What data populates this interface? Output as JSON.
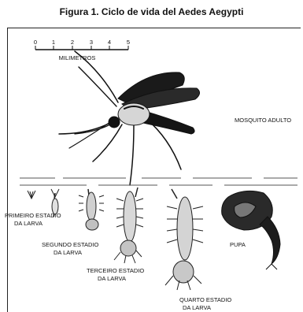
{
  "title": "Figura 1. Ciclo de vida del Aedes Aegypti",
  "scale": {
    "ticks": [
      "0",
      "1",
      "2",
      "3",
      "4",
      "5"
    ],
    "unit": "MILIMETROS"
  },
  "stages": {
    "adult": "MOSQUITO ADULTO",
    "larva1_line1": "PRIMEIRO ESTADIO",
    "larva1_line2": "DA LARVA",
    "larva2_line1": "SEGUNDO ESTADIO",
    "larva2_line2": "DA LARVA",
    "larva3_line1": "TERCEIRO ESTADIO",
    "larva3_line2": "DA LARVA",
    "larva4_line1": "QUARTO ESTADIO",
    "larva4_line2": "DA LARVA",
    "pupa": "PUPA"
  }
}
